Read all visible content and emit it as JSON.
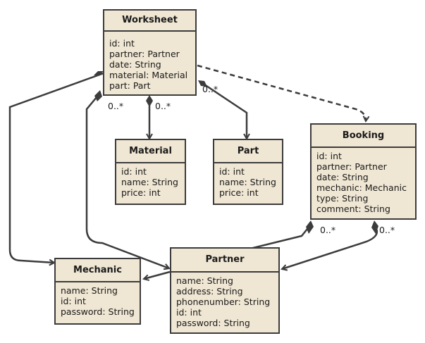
{
  "classes": {
    "worksheet": {
      "name": "Worksheet",
      "attributes": [
        "id: int",
        "partner: Partner",
        "date: String",
        "material: Material",
        "part: Part"
      ]
    },
    "material": {
      "name": "Material",
      "attributes": [
        "id: int",
        "name: String",
        "price: int"
      ]
    },
    "part": {
      "name": "Part",
      "attributes": [
        "id: int",
        "name: String",
        "price: int"
      ]
    },
    "booking": {
      "name": "Booking",
      "attributes": [
        "id: int",
        "partner: Partner",
        "date: String",
        "mechanic: Mechanic",
        "type: String",
        "comment: String"
      ]
    },
    "mechanic": {
      "name": "Mechanic",
      "attributes": [
        "name: String",
        "id: int",
        "password: String"
      ]
    },
    "partner": {
      "name": "Partner",
      "attributes": [
        "name: String",
        "address: String",
        "phonenumber: String",
        "id: int",
        "password: String"
      ]
    }
  },
  "multiplicities": {
    "worksheet_partner": "0..*",
    "worksheet_material": "0..*",
    "worksheet_part": "0..*",
    "booking_partner": "0..*",
    "booking_mechanic": "0..*"
  },
  "colors": {
    "class_fill": "#efe6d3",
    "line": "#3c3c3c"
  }
}
